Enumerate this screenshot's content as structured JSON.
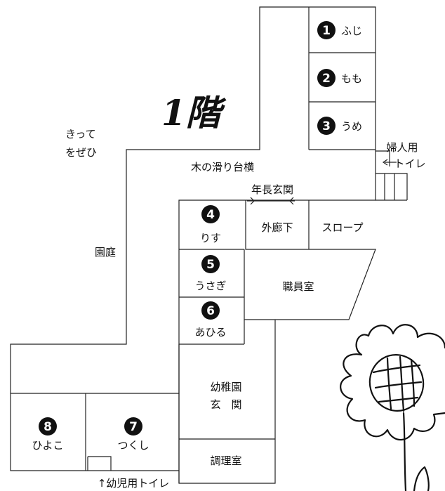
{
  "title": "1階",
  "partial_text": [
    "きって",
    "をぜひ"
  ],
  "areas": {
    "garden": "園庭",
    "slide": "木の滑り台横",
    "entrance_senior": "年長玄関",
    "corridor": "外廊下",
    "slope": "スロープ",
    "staff_room": "職員室",
    "kindergarten_entrance_line1": "幼稚園",
    "kindergarten_entrance_line2": "玄　関",
    "kitchen": "調理室",
    "womens_toilet_line1": "婦人用",
    "womens_toilet_line2": "トイレ",
    "kids_toilet": "↑幼児用トイレ"
  },
  "rooms": [
    {
      "number": "1",
      "name": "ふじ"
    },
    {
      "number": "2",
      "name": "もも"
    },
    {
      "number": "3",
      "name": "うめ"
    },
    {
      "number": "4",
      "name": "りす"
    },
    {
      "number": "5",
      "name": "うさぎ"
    },
    {
      "number": "6",
      "name": "あひる"
    },
    {
      "number": "7",
      "name": "つくし"
    },
    {
      "number": "8",
      "name": "ひよこ"
    }
  ],
  "icons": [
    "sunflower-drawing-icon",
    "arrow-left-icon",
    "arrow-right-icon"
  ]
}
